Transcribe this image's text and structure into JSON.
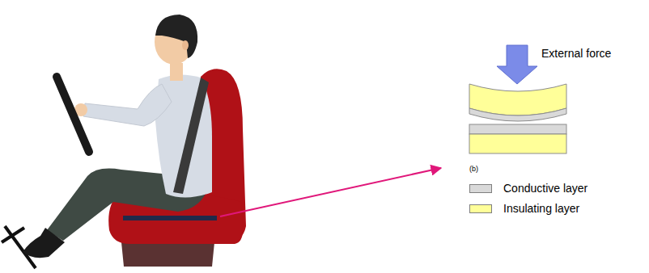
{
  "diagram": {
    "labels": [
      "External force",
      "(b)"
    ],
    "legend": [
      {
        "text": "Conductive layer",
        "color": "#d9d9d9"
      },
      {
        "text": "Insulating layer",
        "color": "#ffff99"
      }
    ]
  }
}
